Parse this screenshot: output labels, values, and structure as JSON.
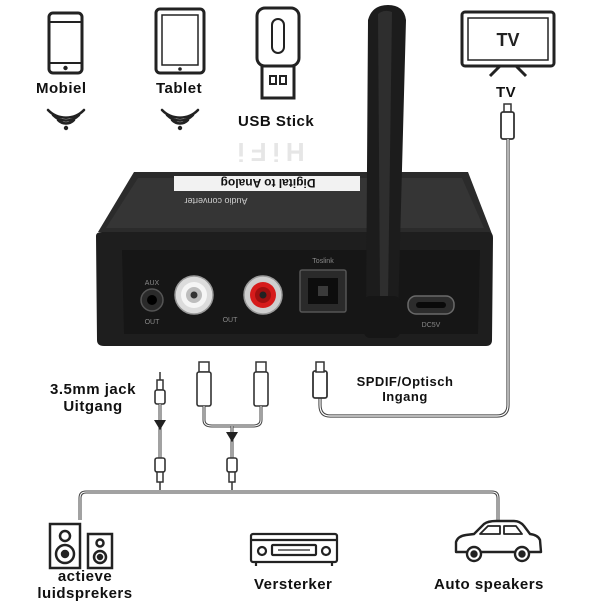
{
  "sources": {
    "mobile": "Mobiel",
    "tablet": "Tablet",
    "usb": "USB Stick",
    "tv": "TV",
    "tv_screen_text": "TV"
  },
  "device": {
    "brand": "HiFi",
    "top_label": "Digital to Analog",
    "top_sublabel": "Audio converter",
    "port_aux": "AUX",
    "port_out_left": "OUT",
    "port_out_right": "OUT",
    "port_toslink": "Toslink",
    "port_dc": "DC5V"
  },
  "connections": {
    "jack_label_line1": "3.5mm jack",
    "jack_label_line2": "Uitgang",
    "spdif_line1": "SPDIF/Optisch",
    "spdif_line2": "Ingang"
  },
  "outputs": {
    "speakers_line1": "actieve",
    "speakers_line2": "luidsprekers",
    "amplifier": "Versterker",
    "car": "Auto speakers"
  }
}
